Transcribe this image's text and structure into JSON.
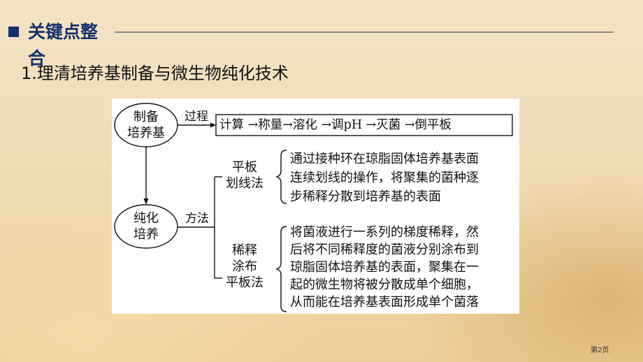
{
  "header": {
    "title": "关键点整合",
    "bullet_icon": "square-bullet"
  },
  "subtitle": "1.理清培养基制备与微生物纯化技术",
  "figure": {
    "node_prep": {
      "line1": "制备",
      "line2": "培养基"
    },
    "label_process": "过程",
    "process_steps": [
      "计算",
      "称量",
      "溶化",
      "调pH",
      "灭菌",
      "倒平板"
    ],
    "process_text": "计算 →称量→溶化 →调pH →灭菌 →倒平板",
    "node_purify": {
      "line1": "纯化",
      "line2": "培养"
    },
    "label_method": "方法",
    "method1": {
      "name_line1": "平板",
      "name_line2": "划线法",
      "desc": [
        "通过接种环在琼脂固体培养基表面",
        "连续划线的操作，将聚集的菌种逐",
        "步稀释分散到培养基的表面"
      ]
    },
    "method2": {
      "name_line1": "稀释",
      "name_line2": "涂布",
      "name_line3": "平板法",
      "desc": [
        "将菌液进行一系列的梯度稀释，然",
        "后将不同稀释度的菌液分别涂布到",
        "琼脂固体培养基的表面，聚集在一",
        "起的微生物将被分散成单个细胞，",
        "从而能在培养基表面形成单个菌落"
      ]
    }
  },
  "footer": {
    "page_label": "第2页"
  },
  "colors": {
    "title": "#13306b",
    "rule": "#8a8a92",
    "background": "#f0dab2"
  }
}
